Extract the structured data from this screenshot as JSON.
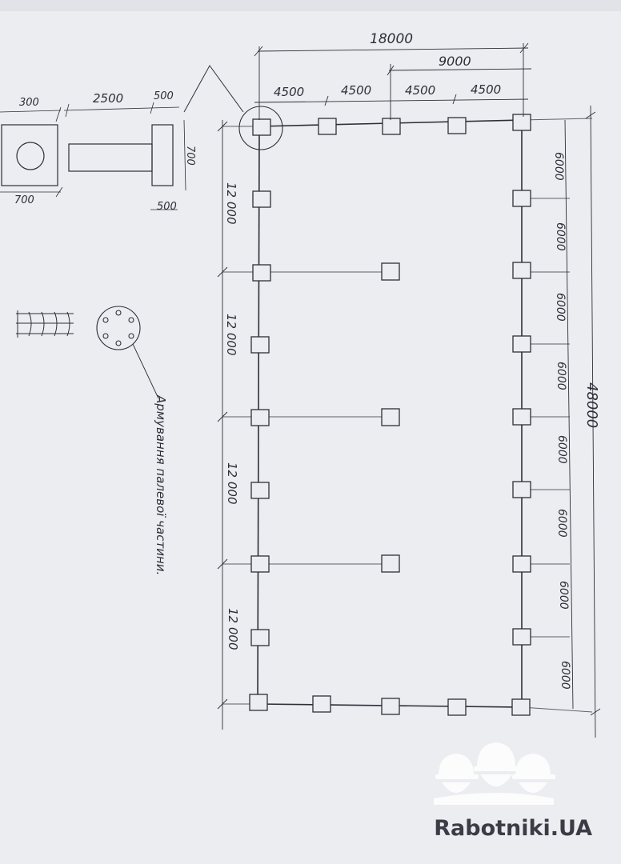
{
  "colors": {
    "paper": "#ecedf1",
    "ink": "#2c2f38",
    "guide": "#9aa0ab",
    "watermark": "#ffffff"
  },
  "dimensions": {
    "total_width": "18000",
    "half_width": "9000",
    "bay_width": [
      "4500",
      "4500",
      "4500",
      "4500"
    ],
    "total_length": "48000",
    "bay_length_right": [
      "6000",
      "6000",
      "6000",
      "6000",
      "6000",
      "6000",
      "6000",
      "6000"
    ],
    "bay_length_left": [
      "12 000",
      "12 000",
      "12 000",
      "12 000"
    ]
  },
  "detail": {
    "cap_width": "300",
    "cap_base": "700",
    "pile_length": "2500",
    "head_width_top": "500",
    "head_width_bottom": "500",
    "head_height": "700"
  },
  "note": "Армування палевої частини.",
  "watermark": {
    "text": "Rabotniki.UA",
    "icon": "three-worker-helmets-icon"
  }
}
